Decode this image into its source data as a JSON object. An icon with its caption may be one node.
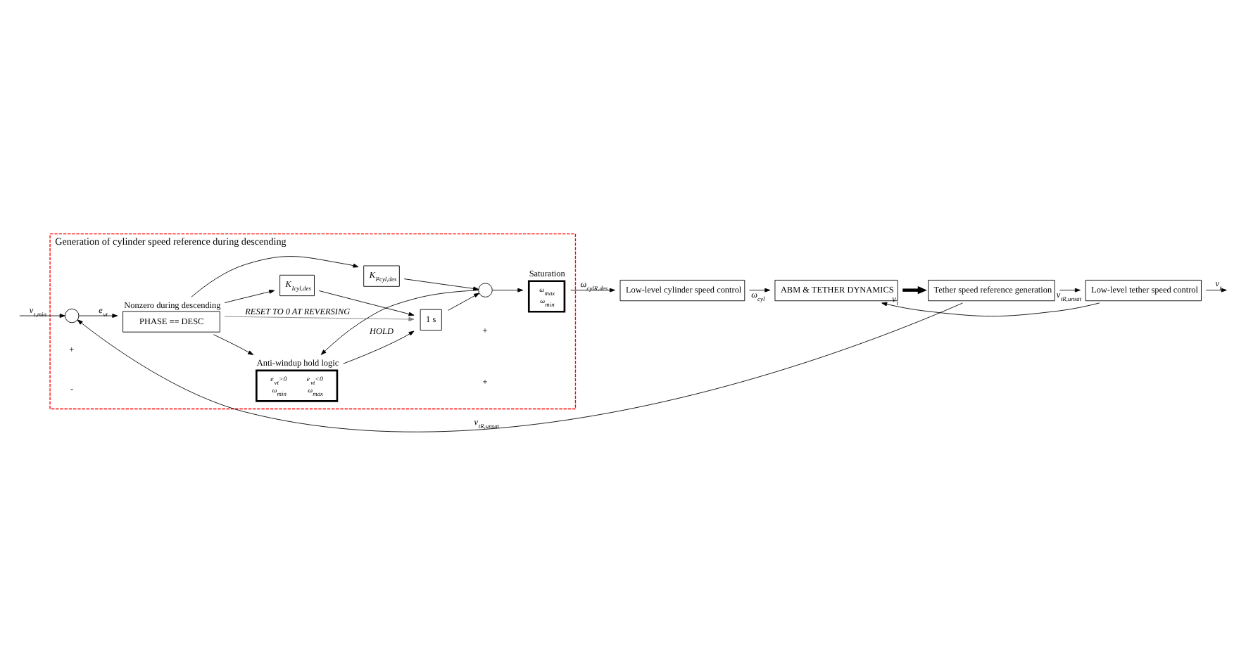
{
  "diagram": {
    "nodes": [
      {
        "text": [
          "Generation of cylinder speed reference during descending"
        ]
      },
      {
        "text": [],
        "shape": "circle",
        "in": 0
      },
      {
        "text": [
          "PHASE == DESC"
        ],
        "beside": [
          "Nonzero during descending"
        ],
        "in": 0
      },
      {
        "text": [
          "K$_{Icyl,des}$"
        ],
        "in": 0
      },
      {
        "text": [
          "K$_{Pcyl,des}$"
        ],
        "in": 0
      },
      {
        "text": [
          "Anti-windup hold logic",
          "e$_{vt}$>0",
          "e$_{vt}$<0",
          "ω$_{min}$",
          "ω$_{max}$"
        ],
        "in": 0
      },
      {
        "text": [
          "1 s"
        ],
        "in": 0
      },
      {
        "text": [],
        "shape": "circle",
        "in": 0
      },
      {
        "text": [
          "Saturation",
          "ω$_{max}$",
          "ω$_{min}$"
        ],
        "in": 0
      },
      {
        "text": [
          "Low-level cylinder speed control"
        ]
      },
      {
        "text": [
          "ABM & TETHER DYNAMICS"
        ]
      },
      {
        "text": [
          "Tether speed reference generation"
        ]
      },
      {
        "text": [
          "Low-level tether speed control"
        ]
      }
    ],
    "edges": [
      {
        "from": null,
        "to": 1,
        "arrow": "to",
        "label": "v$_{t,min}$"
      },
      {
        "from": 1,
        "to": 2,
        "arrow": "to",
        "label": "e$_{vt}$"
      },
      {
        "from": 2,
        "to": 5,
        "arrow": "to"
      },
      {
        "from": 2,
        "to": 3,
        "arrow": "to"
      },
      {
        "from": 2,
        "to": 4,
        "arrow": "to"
      },
      {
        "from": 3,
        "to": 6,
        "arrow": "to"
      },
      {
        "from": 5,
        "to": 6,
        "arrow": "to",
        "label": "HOLD"
      },
      {
        "from": 2,
        "to": 6,
        "arrow": "to",
        "label": "RESET TO 0 AT REVERSING",
        "color": "#808080"
      },
      {
        "from": 6,
        "to": 7,
        "arrow": "to"
      },
      {
        "from": 4,
        "to": 7,
        "arrow": "to"
      },
      {
        "from": 7,
        "to": 5,
        "arrow": "to"
      },
      {
        "from": 7,
        "to": 8,
        "arrow": "to"
      },
      {
        "from": 8,
        "to": 9,
        "arrow": "to",
        "label": "ω$_{cylR,des}$"
      },
      {
        "from": 9,
        "to": 10,
        "arrow": "to",
        "label": "ω$_{cyl}$"
      },
      {
        "from": 10,
        "to": 11,
        "arrow": "to",
        "style": "thick"
      },
      {
        "from": 11,
        "to": 1,
        "arrow": "to",
        "label": "v$_{tR,unsat}$"
      },
      {
        "from": 11,
        "to": 12,
        "arrow": "to",
        "label": "v$_{tR,unsat}$"
      },
      {
        "from": 12,
        "to": 10,
        "arrow": "to",
        "label": "v$_{t}$"
      },
      {
        "from": 12,
        "to": null,
        "arrow": "to",
        "label": "v$_{t}$"
      }
    ],
    "labels": [
      "+",
      "-",
      "+",
      "+"
    ]
  }
}
